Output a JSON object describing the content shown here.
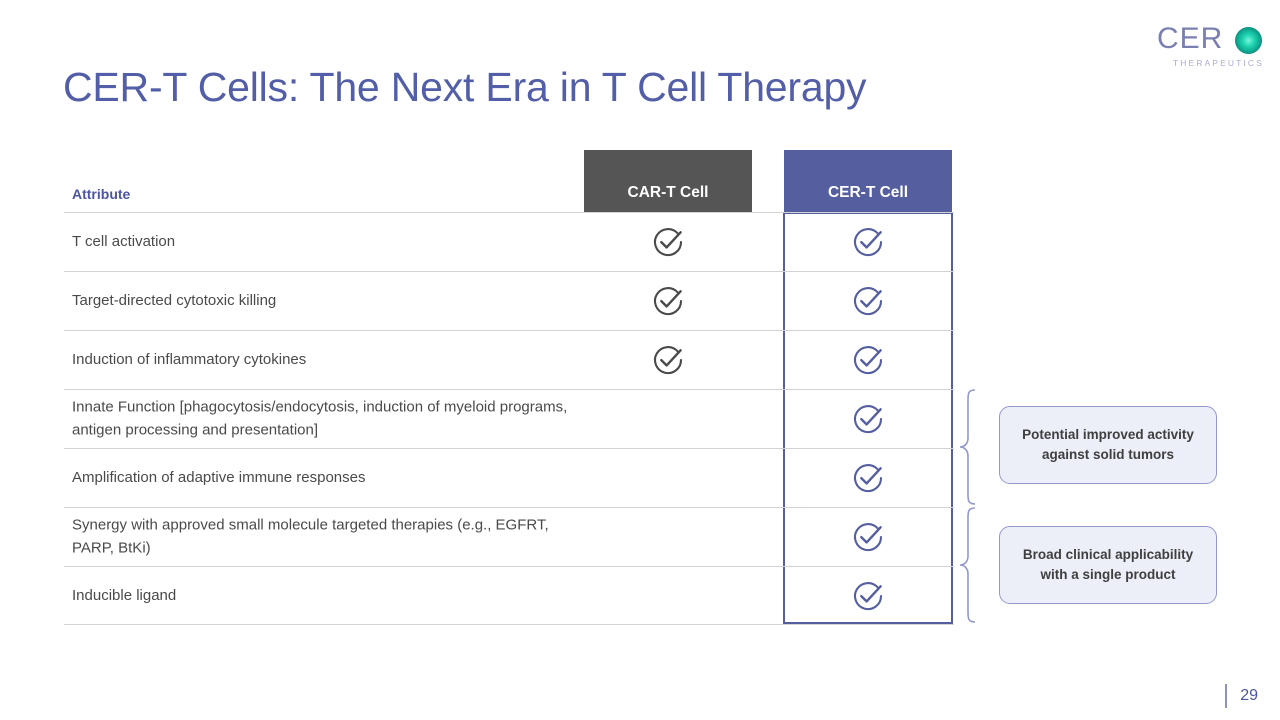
{
  "logo": {
    "wordmark": "CER",
    "subtitle": "THERAPEUTICS",
    "dot_icon": "glowing-circle-icon",
    "colors": {
      "wordmark": "#7b7fb0",
      "dot_core": "#7ff4dd",
      "dot_edge": "#0d5e5e",
      "subtitle": "#a9acce"
    }
  },
  "title": "CER-T Cells: The Next Era in T Cell Therapy",
  "table": {
    "attribute_header": "Attribute",
    "columns": [
      {
        "label": "CAR-T Cell",
        "color": "#555555"
      },
      {
        "label": "CER-T Cell",
        "color": "#555e9f"
      }
    ],
    "rows": [
      {
        "attribute": "T cell activation",
        "car_t": true,
        "cer_t": true
      },
      {
        "attribute": "Target-directed cytotoxic killing",
        "car_t": true,
        "cer_t": true
      },
      {
        "attribute": "Induction of inflammatory cytokines",
        "car_t": true,
        "cer_t": true
      },
      {
        "attribute": "Innate Function [phagocytosis/endocytosis, induction of myeloid programs, antigen processing and presentation]",
        "car_t": false,
        "cer_t": true
      },
      {
        "attribute": "Amplification of adaptive immune responses",
        "car_t": false,
        "cer_t": true
      },
      {
        "attribute": "Synergy with approved small molecule targeted therapies (e.g., EGFRT, PARP, BtKi)",
        "car_t": false,
        "cer_t": true
      },
      {
        "attribute": "Inducible ligand",
        "car_t": false,
        "cer_t": true
      }
    ],
    "check_icon": "circle-check-icon"
  },
  "callouts": [
    {
      "text": "Potential improved activity against solid tumors",
      "brace_icon": "curly-brace-icon"
    },
    {
      "text": "Broad clinical applicability with a single product",
      "brace_icon": "curly-brace-icon"
    }
  ],
  "footer": {
    "page_number": "29",
    "accent_color": "#4c55a0"
  }
}
